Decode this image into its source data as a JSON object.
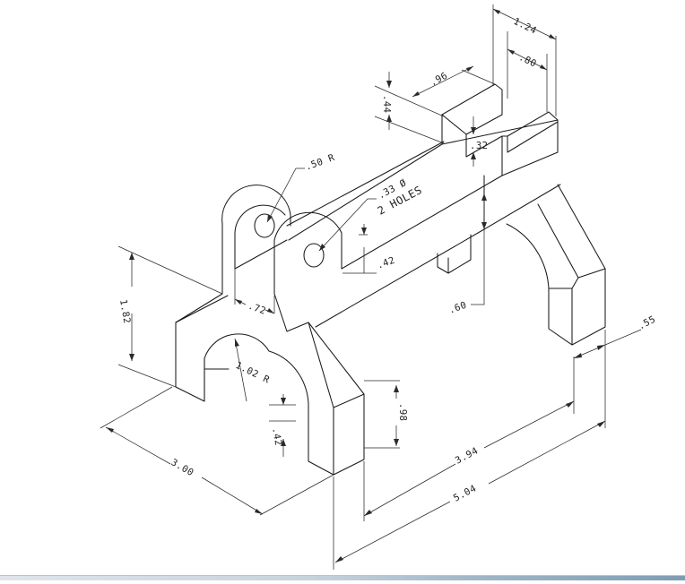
{
  "drawing": {
    "dimensions": {
      "d_1_24": "1.24",
      "d_80": ".80",
      "d_96": ".96",
      "d_44": ".44",
      "d_32": ".32",
      "d_50r": ".50 R",
      "d_33": ".33 Ø",
      "d_2holes": "2 HOLES",
      "d_42_upper": ".42",
      "d_60": ".60",
      "d_1_82": "1.82",
      "d_72": ".72",
      "d_1_02r": "1.02 R",
      "d_98": ".98",
      "d_42_lower": ".42",
      "d_3_00": "3.00",
      "d_3_94": "3.94",
      "d_5_04": "5.04",
      "d_55": ".55"
    }
  }
}
